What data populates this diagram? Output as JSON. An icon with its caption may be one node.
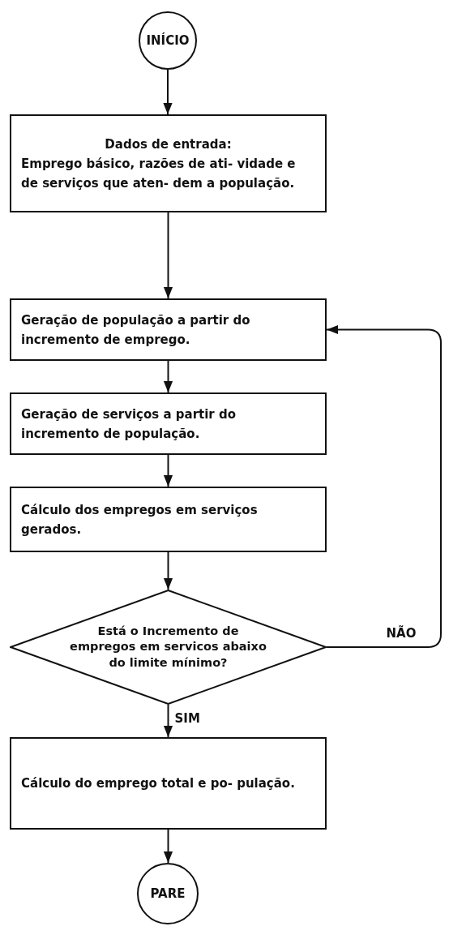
{
  "diagram": {
    "nodes": [
      {
        "text": [
          "INÍCIO"
        ]
      },
      {
        "text": [
          "Dados de entrada:",
          "Emprego básico, razões de ati- vidade e de serviços que aten- dem a população."
        ]
      },
      {
        "text": [
          "Geração de população a partir do incremento de emprego."
        ]
      },
      {
        "text": [
          "Geração de serviços a partir do incremento de população."
        ]
      },
      {
        "text": [
          "Cálculo dos empregos em serviços gerados."
        ]
      },
      {
        "text": [
          "Está o Incremento de empregos em servicos abaixo do limite mínimo?"
        ]
      },
      {
        "text": [
          "Cálculo do emprego total e po- pulação."
        ]
      },
      {
        "text": [
          "PARE"
        ]
      }
    ],
    "edges": [
      {
        "from": 0,
        "to": 1,
        "arrow": "to"
      },
      {
        "from": 1,
        "to": 2,
        "arrow": "to"
      },
      {
        "from": 2,
        "to": 3,
        "arrow": "to"
      },
      {
        "from": 3,
        "to": 4,
        "arrow": "to"
      },
      {
        "from": 4,
        "to": 5,
        "arrow": "to"
      },
      {
        "from": 5,
        "to": 6,
        "arrow": "to",
        "label": "SIM"
      },
      {
        "from": 5,
        "to": 2,
        "arrow": "to",
        "label": "NÃO"
      },
      {
        "from": 6,
        "to": 7,
        "arrow": "to"
      }
    ]
  }
}
